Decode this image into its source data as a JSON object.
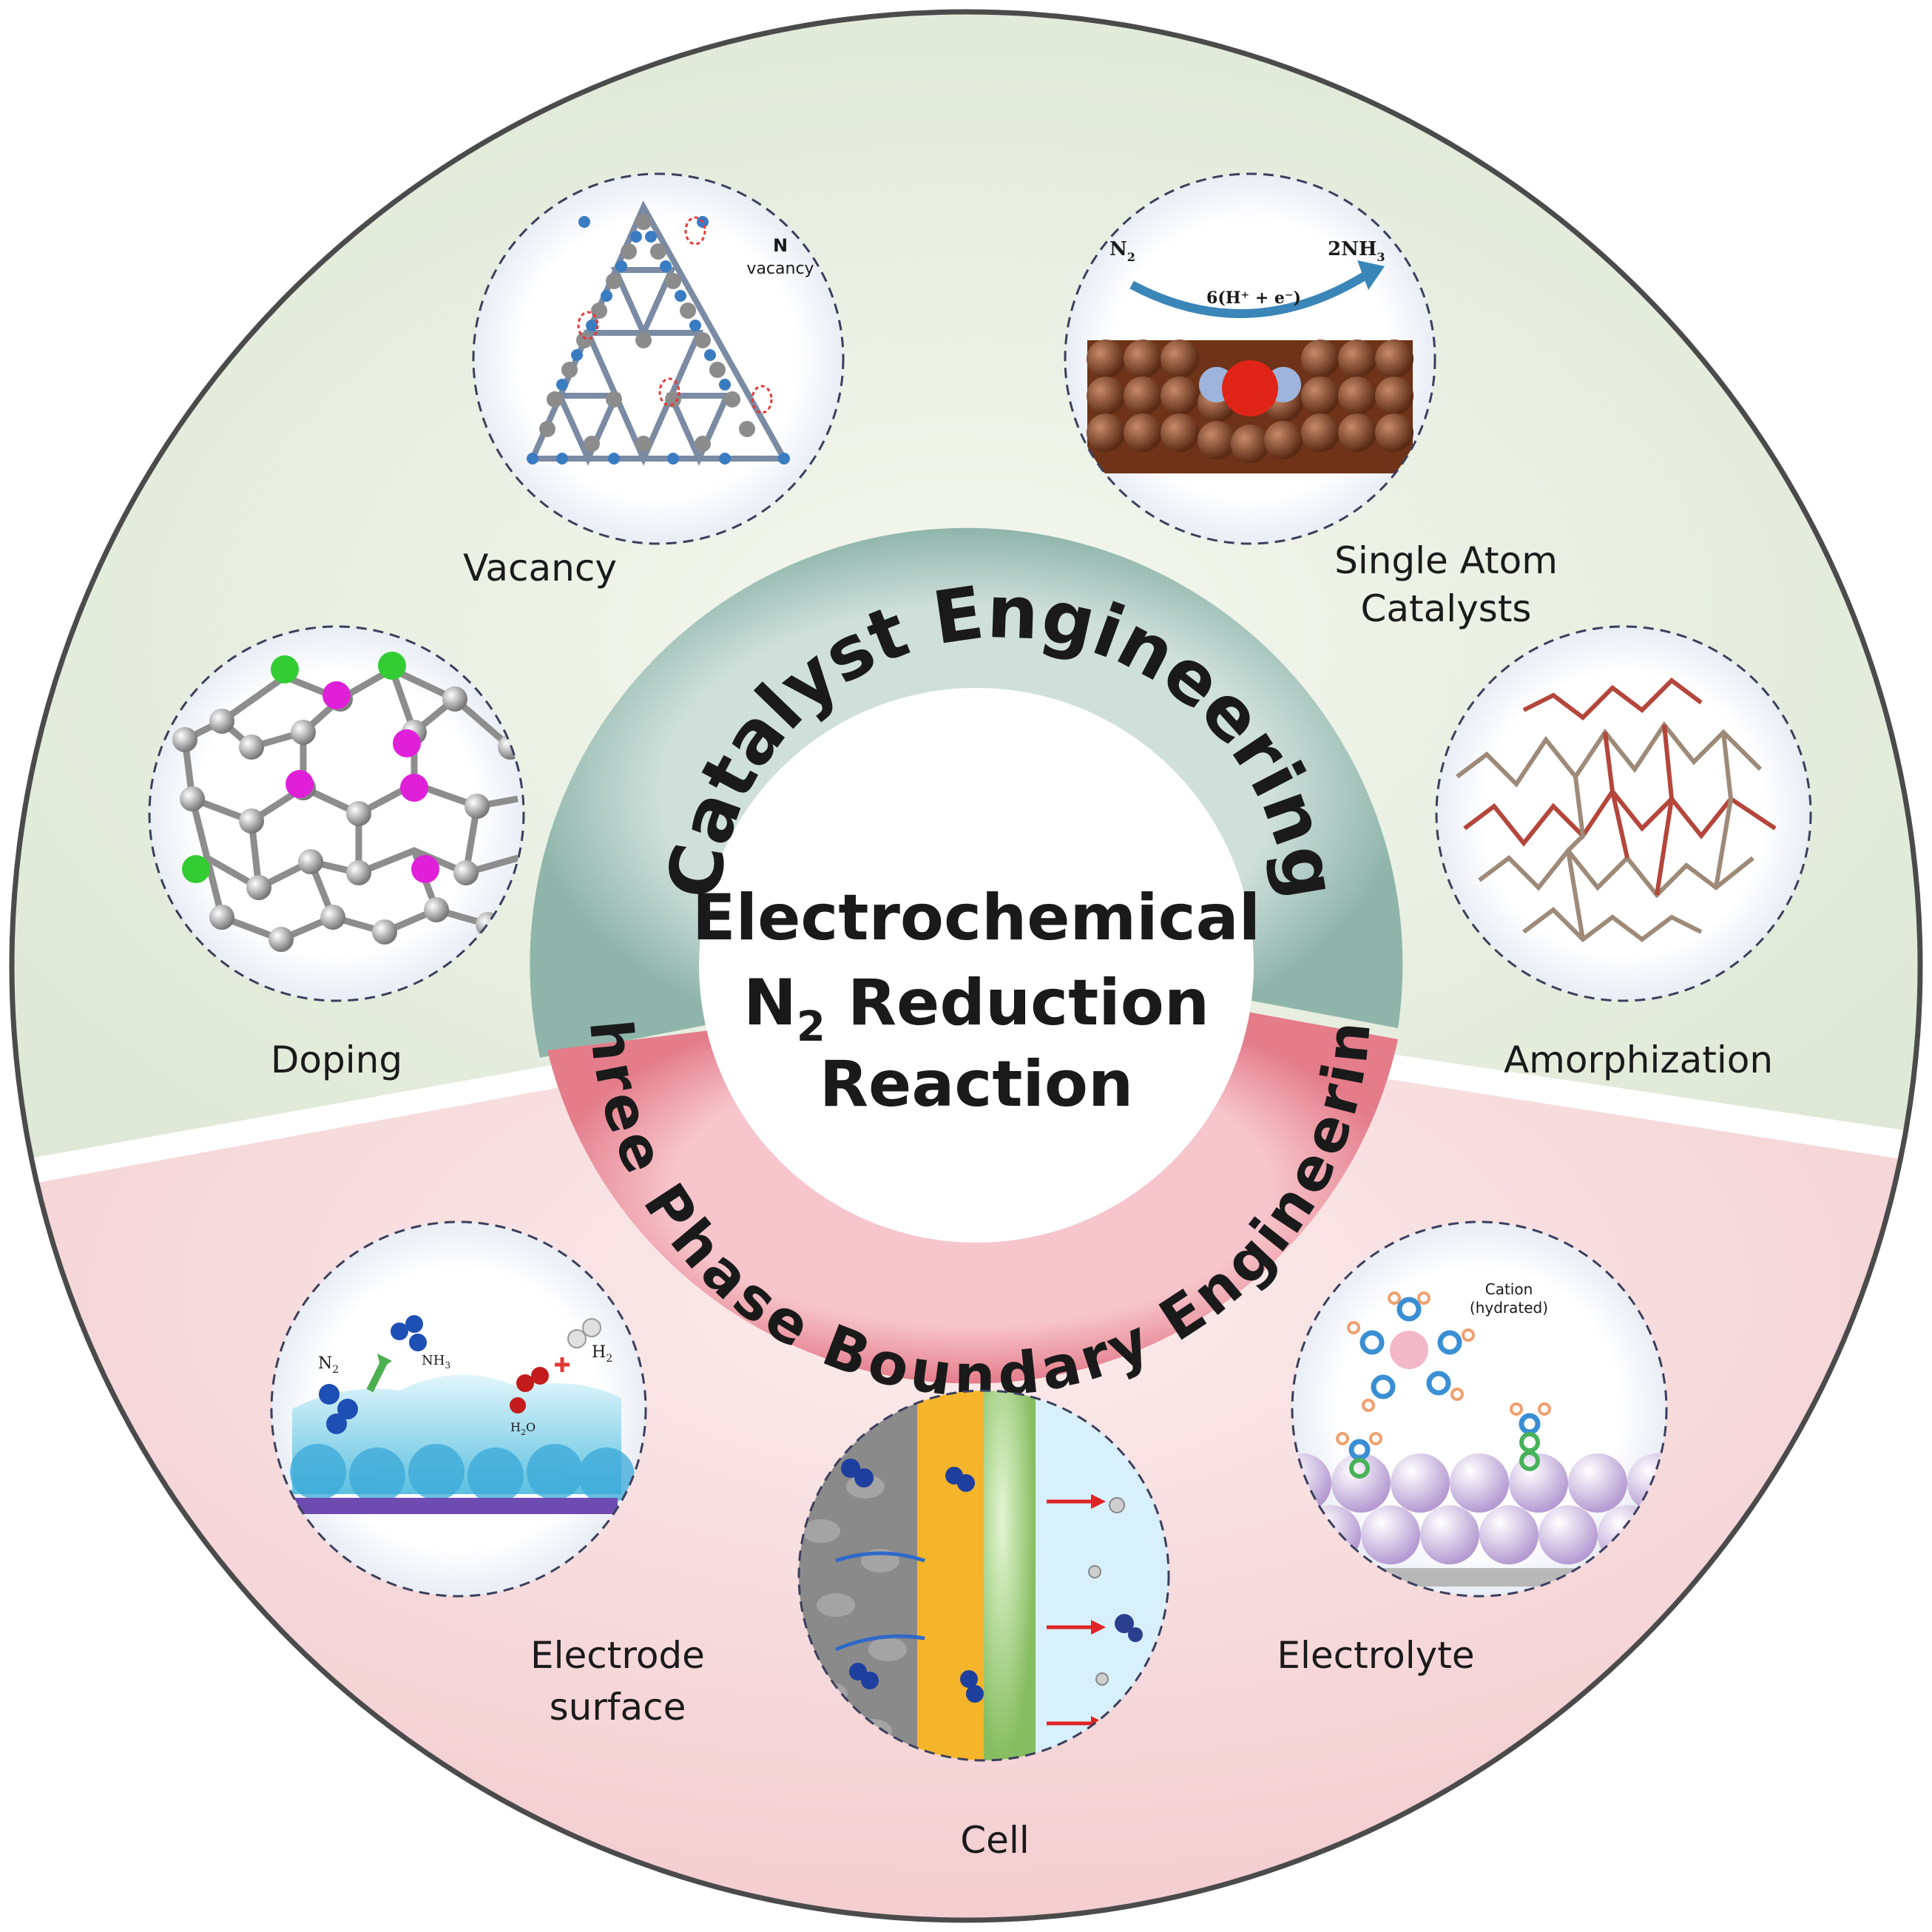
{
  "center": {
    "line1": "Electrochemical",
    "line2_prefix": "N",
    "line2_sub": "2",
    "line2_suffix": " Reduction",
    "line3": "Reaction"
  },
  "rings": {
    "top": "Catalyst Engineering",
    "bottom": "Three Phase Boundary Engineering"
  },
  "topics": {
    "vacancy": "Vacancy",
    "single_atom_1": "Single Atom",
    "single_atom_2": "Catalysts",
    "doping": "Doping",
    "amorphization": "Amorphization",
    "electrode_1": "Electrode",
    "electrode_2": "surface",
    "cell": "Cell",
    "electrolyte": "Electrolyte"
  },
  "inset_text": {
    "n_vacancy_1": "N",
    "n_vacancy_2": "vacancy",
    "sac_n2_prefix": "N",
    "sac_n2_sub": "2",
    "sac_nh3_prefix": "2NH",
    "sac_nh3_sub": "3",
    "sac_arrow": "6(H⁺ + e⁻)",
    "es_n2_prefix": "N",
    "es_n2_sub": "2",
    "es_nh3_prefix": "NH",
    "es_nh3_sub": "3",
    "es_h2_prefix": "H",
    "es_h2_sub": "2",
    "es_h2o_prefix": "H",
    "es_h2o_sub": "2",
    "es_h2o_suffix": "O",
    "cation_1": "Cation",
    "cation_2": "(hydrated)"
  },
  "colors": {
    "top_sector": "#e6eddd",
    "bottom_sector": "#f6d6d8",
    "top_ring": "#8fb5ab",
    "bottom_ring": "#e98895",
    "outline": "#4b4b4b"
  }
}
